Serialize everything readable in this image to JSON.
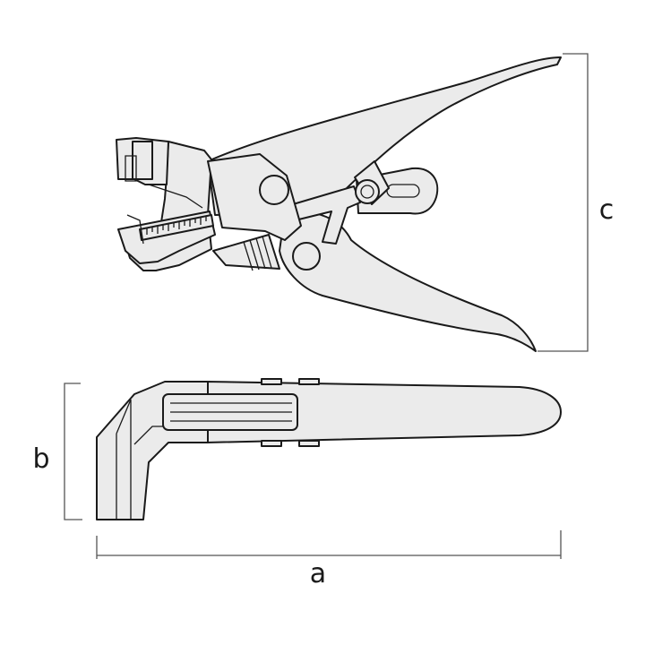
{
  "dimensions": {
    "a_label": "a",
    "b_label": "b",
    "c_label": "c"
  },
  "colors": {
    "fill": "#ebebeb",
    "stroke": "#1a1a1a",
    "dimension_line": "#555555"
  },
  "icons": {
    "side_view": "wire-stripper-pliers-side-view",
    "top_view": "wire-stripper-pliers-top-view"
  }
}
